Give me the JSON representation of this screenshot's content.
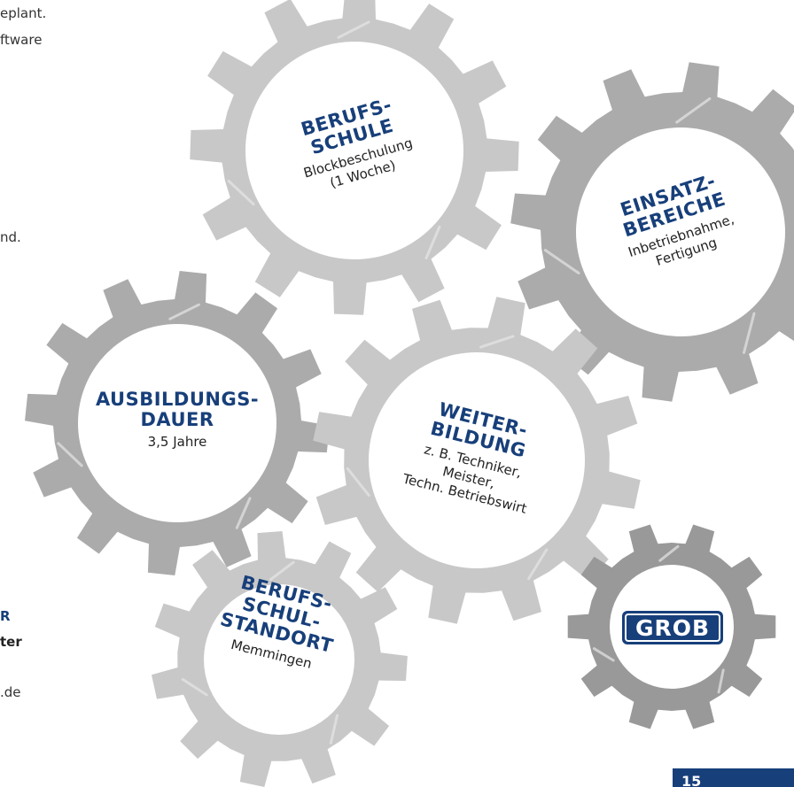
{
  "left_column": {
    "fragment_1": "eplant.",
    "fragment_2": "ftware",
    "fragment_3": "nd.",
    "fragment_4": "R",
    "fragment_5": "ter",
    "fragment_6": ".de"
  },
  "gears": {
    "berufsschule": {
      "title_1": "BERUFS-",
      "title_2": "SCHULE",
      "sub_1": "Blockbeschulung",
      "sub_2": "(1 Woche)"
    },
    "einsatzbereiche": {
      "title_1": "EINSATZ-",
      "title_2": "BEREICHE",
      "sub_1": "Inbetriebnahme,",
      "sub_2": "Fertigung"
    },
    "ausbildungsdauer": {
      "title_1": "AUSBILDUNGS-",
      "title_2": "DAUER",
      "sub_1": "3,5 Jahre"
    },
    "weiterbildung": {
      "title_1": "WEITER-",
      "title_2": "BILDUNG",
      "sub_1": "z. B. Techniker,",
      "sub_2": "Meister,",
      "sub_3": "Techn. Betriebswirt"
    },
    "berufsschulstandort": {
      "title_1": "BERUFS-",
      "title_2": "SCHUL-",
      "title_3": "STANDORT",
      "sub_1": "Memmingen"
    },
    "logo": {
      "text": "GROB"
    }
  },
  "page_number": "15",
  "colors": {
    "brand_blue": "#173f7a",
    "gear_light": "#c8c8c8",
    "gear_mid": "#ababab",
    "gear_dark": "#999999"
  }
}
